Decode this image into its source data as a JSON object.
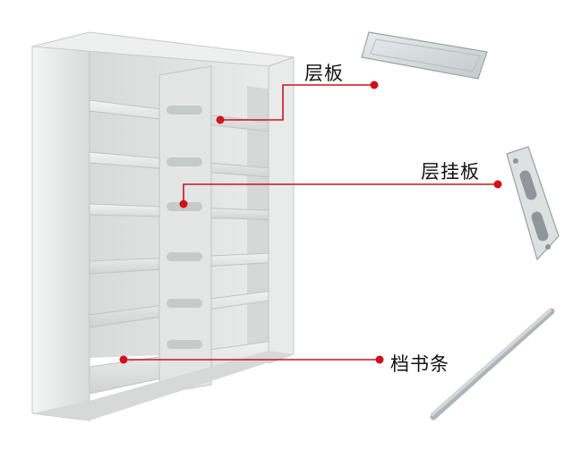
{
  "labels": {
    "shelf_board": "层板",
    "shelf_hanger": "层挂板",
    "book_rail": "档书条"
  },
  "colors": {
    "callout_line": "#c8141e",
    "callout_dot": "#d0101a",
    "cabinet_body": "#e6e8e7",
    "cabinet_shadow": "#c7cac9"
  },
  "parts": [
    "shelf-board-part",
    "shelf-hanger-part",
    "book-rail-part"
  ]
}
